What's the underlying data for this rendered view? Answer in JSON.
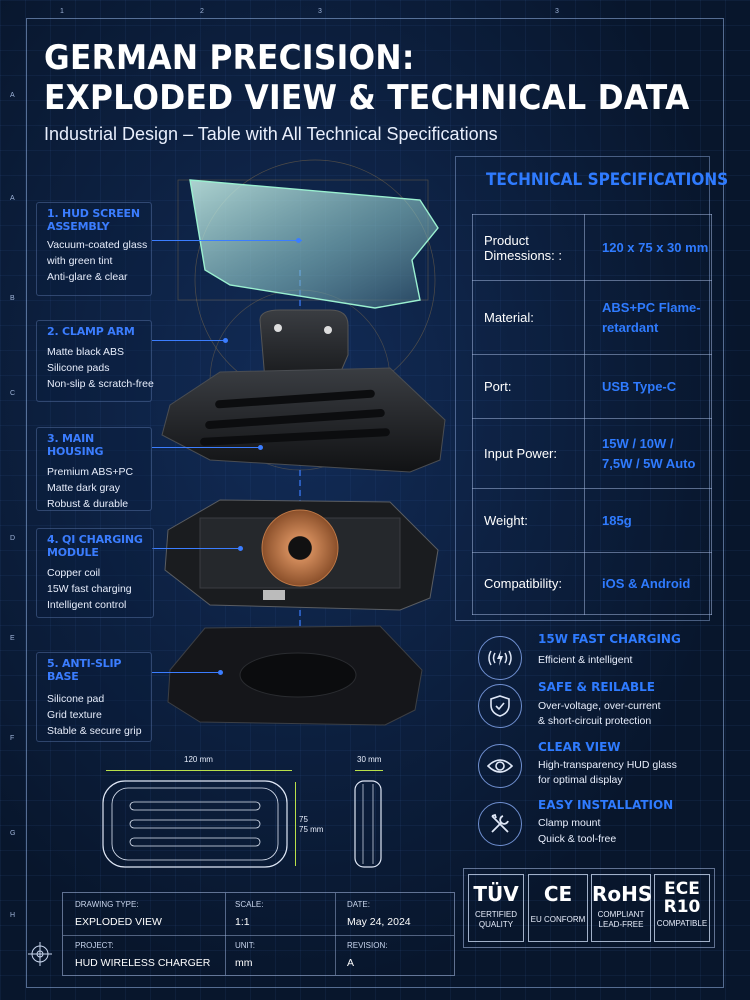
{
  "header": {
    "title_line1": "GERMAN PRECISION:",
    "title_line2": "EXPLODED VIEW & TECHNICAL DATA",
    "subtitle": "Industrial Design – Table with All Technical Specifications"
  },
  "ruler": {
    "top": [
      "1",
      "2",
      "3",
      "3"
    ],
    "side": [
      "A",
      "A",
      "B",
      "C",
      "D",
      "E",
      "F",
      "G",
      "H"
    ]
  },
  "parts": [
    {
      "title": "1. HUD SCREEN ASSEMBLY",
      "lines": [
        "Vacuum-coated glass",
        "with green tint",
        "Anti-glare & clear"
      ]
    },
    {
      "title": "2. CLAMP ARM",
      "lines": [
        "Matte black ABS",
        "Silicone pads",
        "Non-slip & scratch-free"
      ]
    },
    {
      "title": "3. MAIN HOUSING",
      "lines": [
        "Premium ABS+PC",
        "Matte dark gray",
        "Robust & durable"
      ]
    },
    {
      "title": "4. QI CHARGING MODULE",
      "lines": [
        "Copper coil",
        "15W fast charging",
        "Intelligent control"
      ]
    },
    {
      "title": "5. ANTI-SLIP BASE",
      "lines": [
        "Silicone pad",
        "Grid texture",
        "Stable & secure grip"
      ]
    }
  ],
  "dimensions": {
    "width": "120 mm",
    "depth": "30 mm",
    "height_a": "75",
    "height_b": "75 mm"
  },
  "specs": {
    "heading": "TECHNICAL SPECIFICATIONS",
    "rows": [
      {
        "key": "Product Dimessions: :",
        "value": "120 x 75 x 30 mm"
      },
      {
        "key": "Material:",
        "value": "ABS+PC Flame-retardant"
      },
      {
        "key": "Port:",
        "value": "USB Type-C"
      },
      {
        "key": "Input Power:",
        "value": "15W / 10W / 7,5W / 5W Auto"
      },
      {
        "key": "Weight:",
        "value": "185g"
      },
      {
        "key": "Compatibility:",
        "value": "iOS & Android"
      }
    ]
  },
  "features": [
    {
      "icon": "wireless-charging-icon",
      "title": "15W FAST CHARGING",
      "lines": [
        "Efficient & intelligent"
      ]
    },
    {
      "icon": "shield-icon",
      "title": "SAFE & REILABLE",
      "lines": [
        "Over-voltage, over-current",
        "& short-circuit protection"
      ]
    },
    {
      "icon": "eye-icon",
      "title": "CLEAR VIEW",
      "lines": [
        "High-transparency HUD glass",
        "for optimal display"
      ]
    },
    {
      "icon": "tools-icon",
      "title": "EASY INSTALLATION",
      "lines": [
        "Clamp mount",
        "Quick & tool-free"
      ]
    }
  ],
  "certifications": [
    {
      "big": "TÜV",
      "small": [
        "CERTIFIED",
        "QUALITY"
      ]
    },
    {
      "big": "CE",
      "small": [
        "EU CONFORM"
      ]
    },
    {
      "big": "RoHS",
      "small": [
        "COMPLIANT",
        "LEAD-FREE"
      ]
    },
    {
      "big": "ECE R10",
      "small": [
        "COMPATIBLE"
      ]
    }
  ],
  "title_block": {
    "drawing_type_label": "DRAWING TYPE:",
    "drawing_type": "EXPLODED VIEW",
    "scale_label": "SCALE:",
    "scale": "1:1",
    "date_label": "DATE:",
    "date": "May 24, 2024",
    "project_label": "PROJECT:",
    "project": "HUD WIRELESS CHARGER",
    "unit_label": "UNIT:",
    "unit": "mm",
    "revision_label": "REVISION:",
    "revision": "A"
  },
  "colors": {
    "accent": "#2f7bff",
    "background": "#0a1a33",
    "dimension": "#b8e04a"
  }
}
